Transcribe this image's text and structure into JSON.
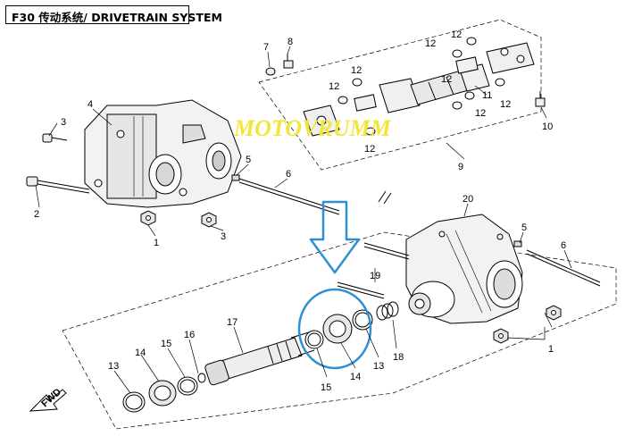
{
  "title": "F30 传动系统/ DRIVETRAIN SYSTEM",
  "watermark": {
    "text": "MOTOVRUMM",
    "color": "#f3e63a"
  },
  "direction_label": "FWD",
  "arrow_color": "#2f8fd3",
  "highlight_color": "#2f8fd3",
  "callouts": {
    "c1": "1",
    "c1b": "1",
    "c2": "2",
    "c3": "3",
    "c3b": "3",
    "c4": "4",
    "c5": "5",
    "c5b": "5",
    "c6": "6",
    "c6b": "6",
    "c7": "7",
    "c8": "8",
    "c9": "9",
    "c10": "10",
    "c11": "11",
    "c12a": "12",
    "c12b": "12",
    "c12c": "12",
    "c12d": "12",
    "c12e": "12",
    "c12f": "12",
    "c12g": "12",
    "c12h": "12",
    "c13": "13",
    "c13b": "13",
    "c14": "14",
    "c14b": "14",
    "c15": "15",
    "c15b": "15",
    "c16": "16",
    "c17": "17",
    "c18": "18",
    "c19": "19",
    "c20": "20"
  }
}
